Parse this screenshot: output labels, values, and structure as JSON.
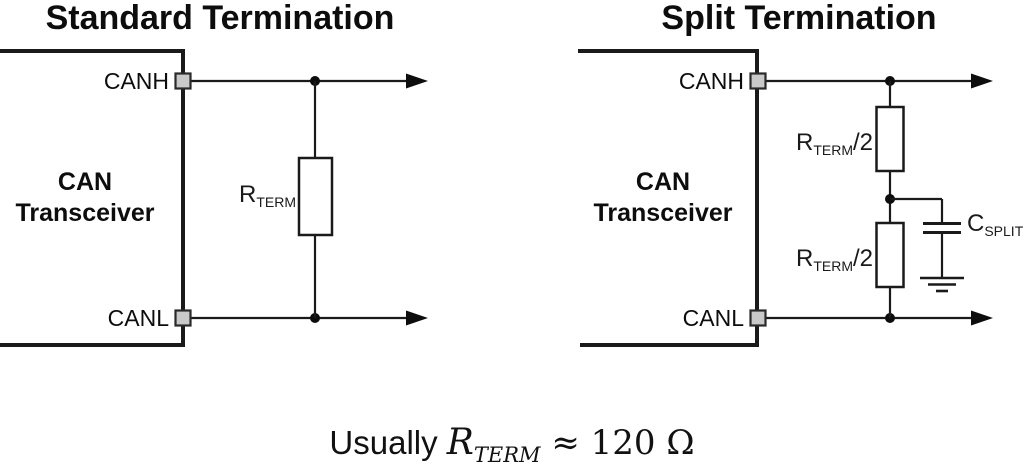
{
  "titles": {
    "left": "Standard Termination",
    "right": "Split Termination"
  },
  "left_diagram": {
    "box_label_line1": "CAN",
    "box_label_line2": "Transceiver",
    "pin_top": "CANH",
    "pin_bottom": "CANL",
    "resistor": {
      "base": "R",
      "sub": "TERM"
    }
  },
  "right_diagram": {
    "box_label_line1": "CAN",
    "box_label_line2": "Transceiver",
    "pin_top": "CANH",
    "pin_bottom": "CANL",
    "resistor_top": {
      "base": "R",
      "sub": "TERM",
      "suffix": "/2"
    },
    "resistor_bottom": {
      "base": "R",
      "sub": "TERM",
      "suffix": "/2"
    },
    "capacitor": {
      "base": "C",
      "sub": "SPLIT"
    }
  },
  "footnote": {
    "prefix": "Usually ",
    "r_base": "R",
    "r_sub": "TERM",
    "suffix": " ≈ 120 Ω"
  },
  "colors": {
    "line": "#1a1a1a",
    "pin_fill": "#c9c9c9",
    "background": "#ffffff"
  }
}
